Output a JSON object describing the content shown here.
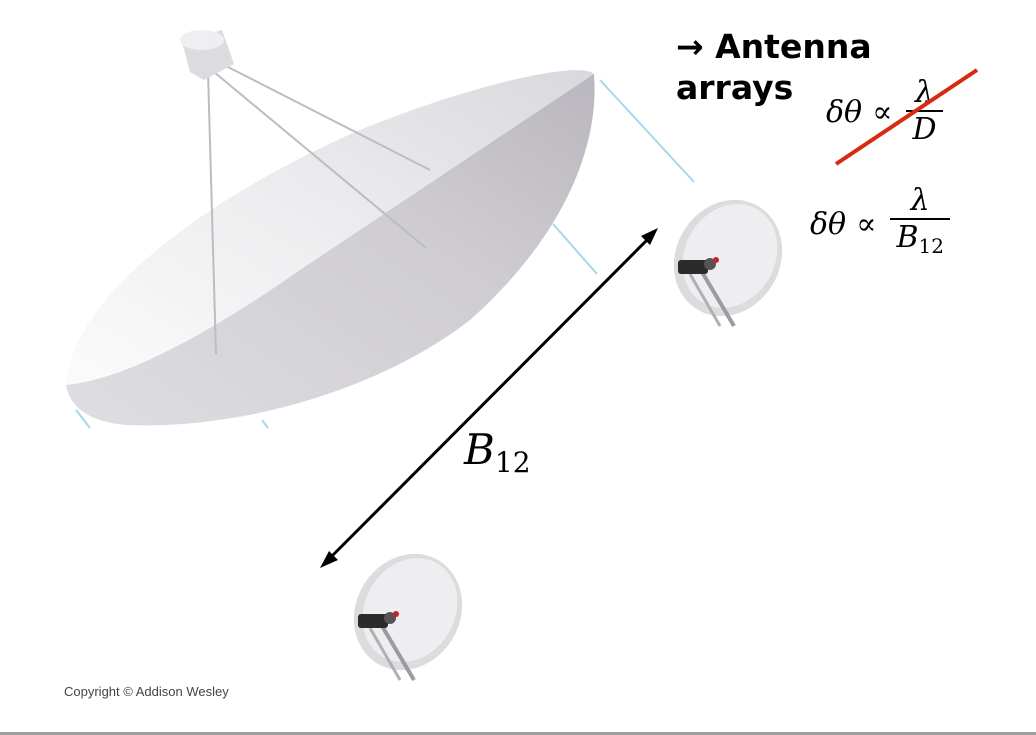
{
  "title": "→ Antenna arrays",
  "equation_struck": {
    "lhs": "δθ",
    "symbol": "∝",
    "numerator": "λ",
    "denominator": "D"
  },
  "equation_array": {
    "lhs": "δθ",
    "symbol": "∝",
    "numerator": "λ",
    "denominator_main": "B",
    "denominator_sub": "12"
  },
  "baseline_label": {
    "main": "B",
    "sub": "12"
  },
  "copyright": "Copyright © Addison Wesley",
  "colors": {
    "strike": "#d62b10",
    "arrow": "#000000",
    "dish_shadow": "#c9c8cc",
    "dish_light": "#f3f3f5",
    "accent_line": "#9fd4e6"
  },
  "icons": [
    "large-radio-telescope-icon",
    "small-satellite-dish-icon",
    "double-arrow-icon"
  ]
}
